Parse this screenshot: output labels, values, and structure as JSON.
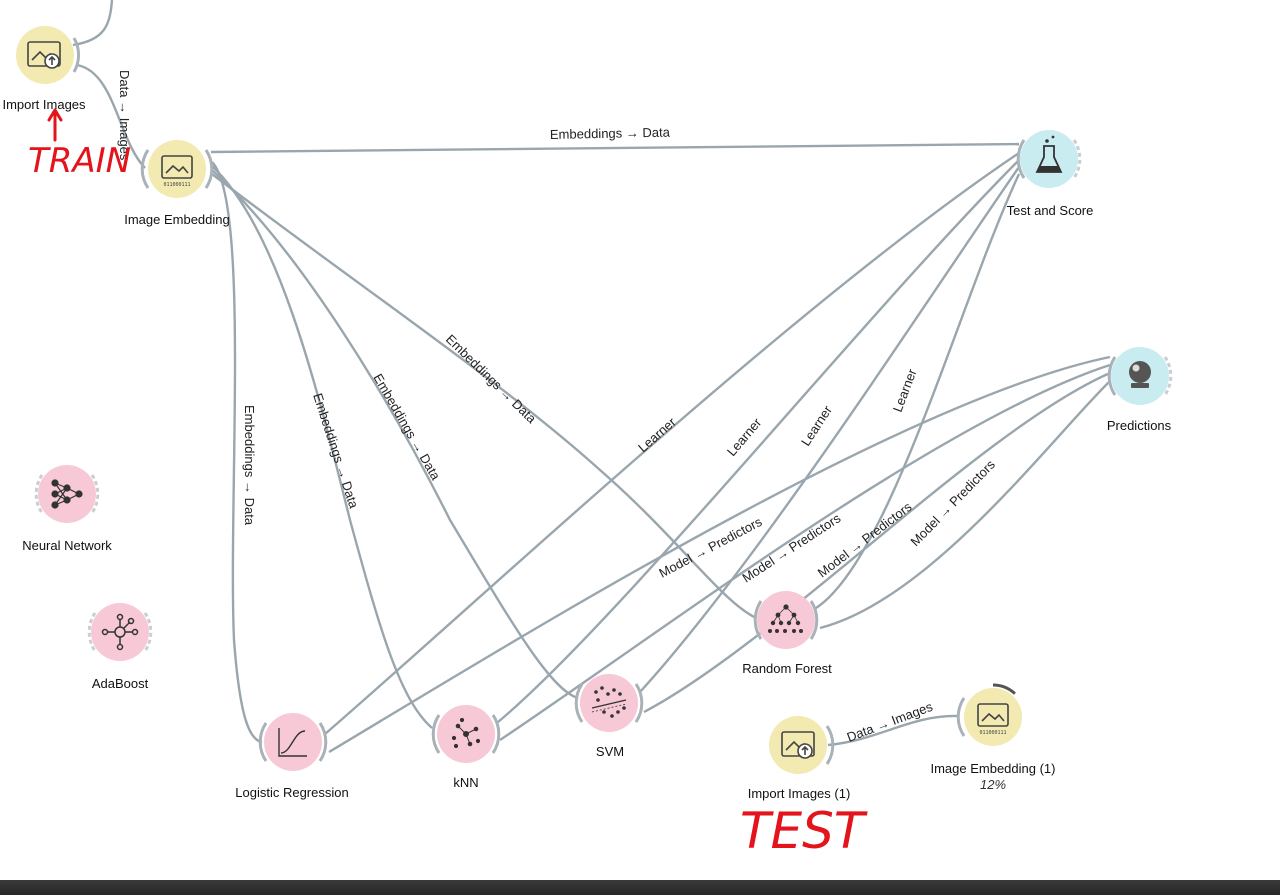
{
  "colors": {
    "data_widget": "#f2eab1",
    "model_widget": "#f7c8d6",
    "eval_widget": "#c8ecef",
    "edge": "#9aa6ad",
    "annotation": "#e3141b"
  },
  "widgets": {
    "import_images": {
      "title": "Import Images",
      "icon": "image-upload-icon"
    },
    "image_embedding": {
      "title": "Image Embedding",
      "icon": "image-binary-icon"
    },
    "test_and_score": {
      "title": "Test and Score",
      "icon": "flask-icon"
    },
    "predictions": {
      "title": "Predictions",
      "icon": "crystal-ball-icon"
    },
    "neural_network": {
      "title": "Neural Network",
      "icon": "network-icon"
    },
    "adaboost": {
      "title": "AdaBoost",
      "icon": "hub-icon"
    },
    "random_forest": {
      "title": "Random Forest",
      "icon": "tree-icon"
    },
    "svm": {
      "title": "SVM",
      "icon": "svm-icon"
    },
    "knn": {
      "title": "kNN",
      "icon": "knn-icon"
    },
    "logistic_regression": {
      "title": "Logistic Regression",
      "icon": "sigmoid-icon"
    },
    "import_images_1": {
      "title": "Import Images (1)",
      "icon": "image-upload-icon"
    },
    "image_embedding_1": {
      "title": "Image Embedding (1)",
      "icon": "image-binary-icon",
      "progress_text": "12%",
      "progress": 0.12
    }
  },
  "links": {
    "data_images": "Data → Images",
    "embeddings_data": "Embeddings → Data",
    "learner": "Learner",
    "model_predictors": "Model → Predictors"
  },
  "annotations": {
    "train": "TRAIN",
    "test": "TEST"
  }
}
